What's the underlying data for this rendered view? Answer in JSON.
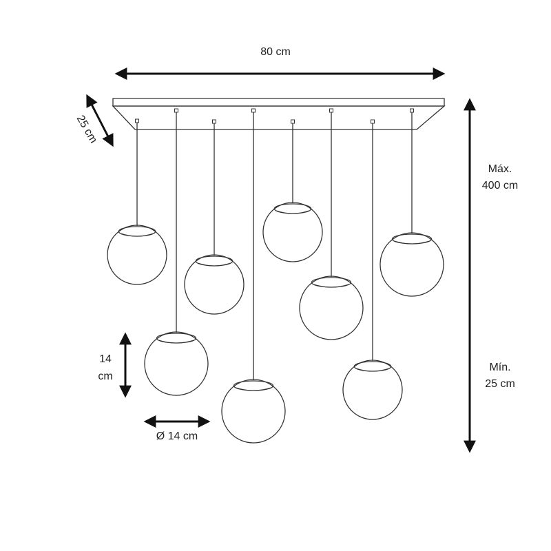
{
  "colors": {
    "line": "#333333",
    "arrow": "#111111",
    "text": "#222222",
    "background": "#ffffff"
  },
  "dimensions": {
    "width_label": "80 cm",
    "depth_label": "25 cm",
    "max_label_line1": "Máx.",
    "max_label_line2": "400 cm",
    "min_label_line1": "Mín.",
    "min_label_line2": "25 cm",
    "globe_height_line1": "14",
    "globe_height_line2": "cm",
    "globe_diameter_label": "Ø 14 cm"
  },
  "pendants": {
    "count": 8
  }
}
